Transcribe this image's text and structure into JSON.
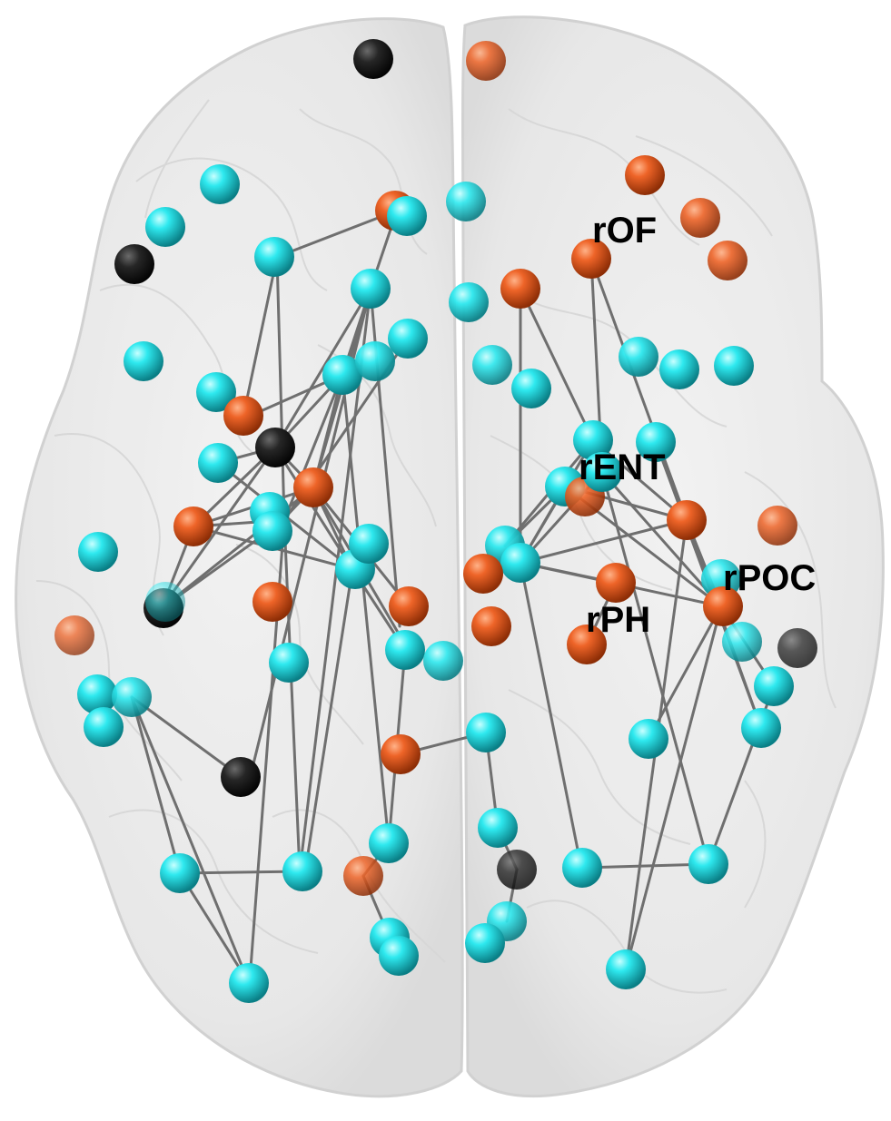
{
  "figure": {
    "colors": {
      "background": "#ffffff",
      "brain_fill": "#ededed",
      "brain_outline": "#d0d0d0",
      "edge": "#6f6f6f",
      "cyan": "#28e6ec",
      "orange": "#ec5a1c",
      "black": "#1a1a1a"
    },
    "labels": [
      {
        "id": "rOF",
        "text": "rOF"
      },
      {
        "id": "rENT",
        "text": "rENT"
      },
      {
        "id": "rPOC",
        "text": "rPOC"
      },
      {
        "id": "rPH",
        "text": "rPH"
      }
    ]
  }
}
